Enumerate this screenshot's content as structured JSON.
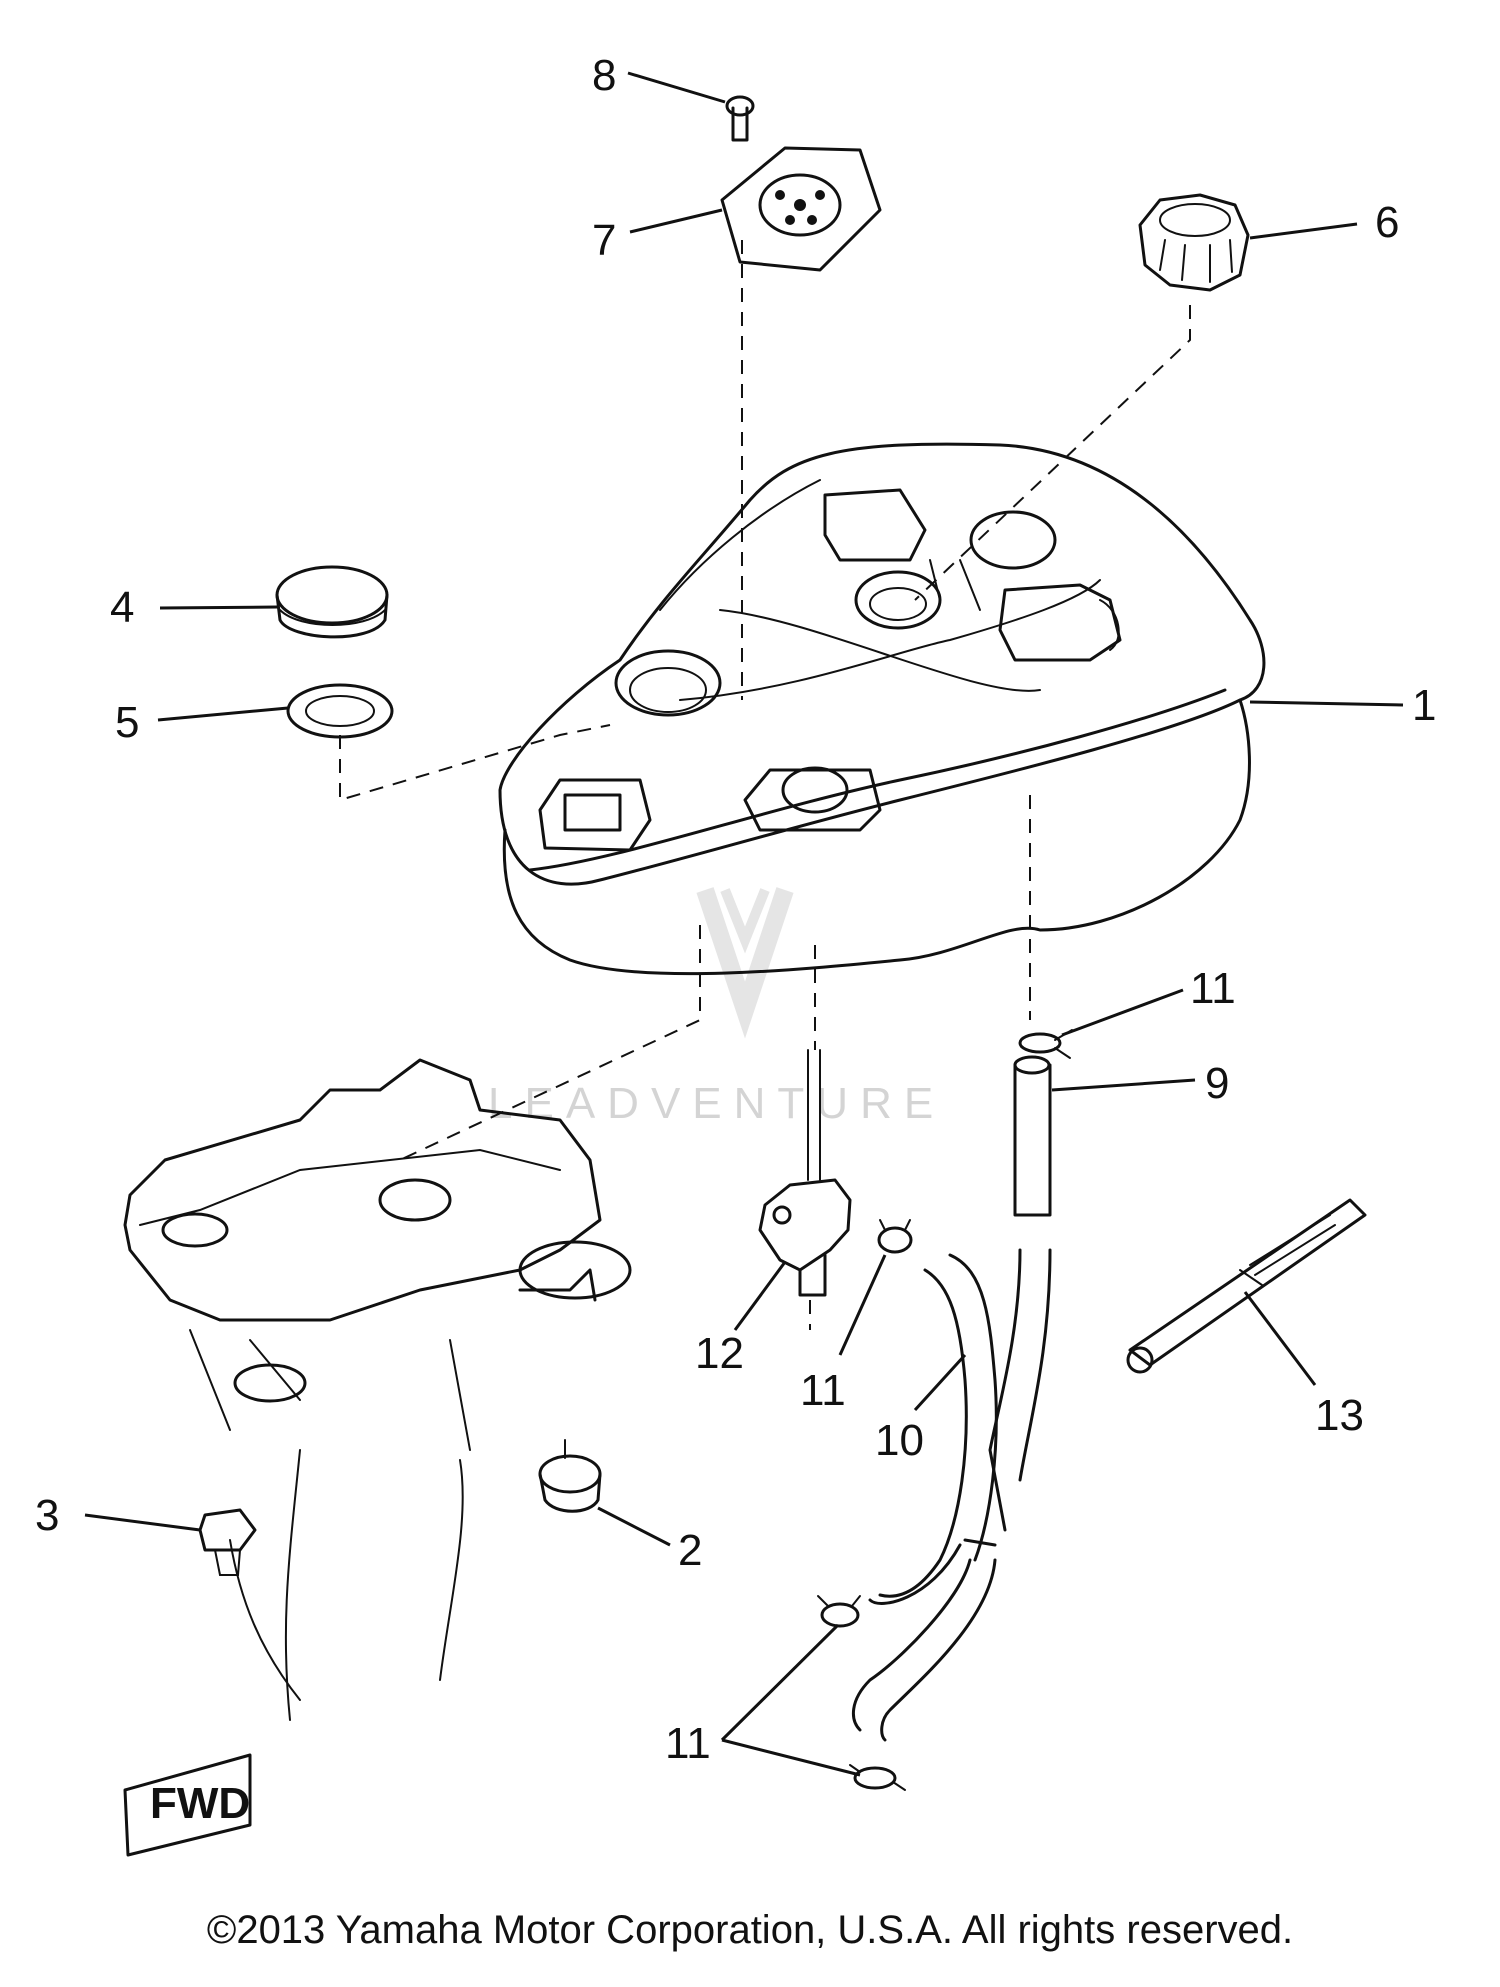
{
  "diagram": {
    "part_numbers": {
      "p1": "1",
      "p2": "2",
      "p3": "3",
      "p4": "4",
      "p5": "5",
      "p6": "6",
      "p7": "7",
      "p8": "8",
      "p9": "9",
      "p10": "10",
      "p11a": "11",
      "p11b": "11",
      "p11c": "11",
      "p12": "12",
      "p13": "13"
    },
    "fwd_mark": "FWD",
    "watermark": "LEADVENTURE"
  },
  "footer": {
    "copyright": "©2013 Yamaha Motor Corporation, U.S.A. All rights reserved."
  }
}
